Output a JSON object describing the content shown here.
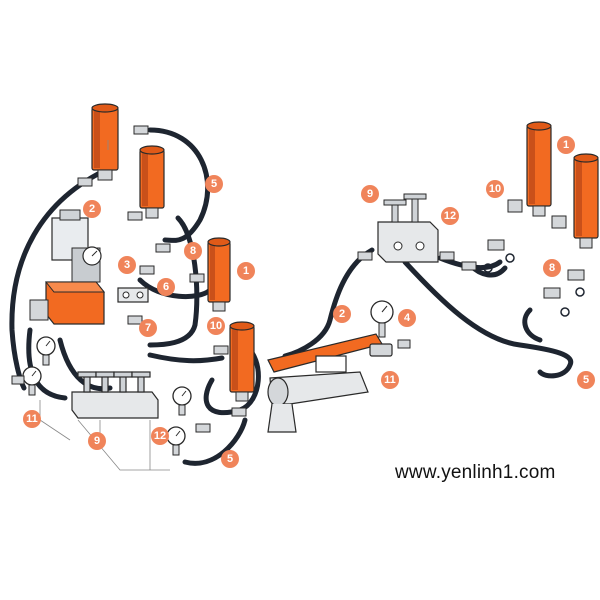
{
  "watermark": {
    "text": "www.yenlinh1.com"
  },
  "colors": {
    "cylinder": "#f26a21",
    "cylinder_dark": "#c9501a",
    "hose": "#1e2530",
    "badge": "#f0845a",
    "metal": "#d4d7da",
    "outline": "#2a2a2a"
  },
  "callouts": {
    "left": [
      "1",
      "2",
      "3",
      "5",
      "5",
      "6",
      "7",
      "8",
      "9",
      "10",
      "11",
      "12"
    ],
    "right": [
      "1",
      "2",
      "4",
      "5",
      "8",
      "9",
      "10",
      "11",
      "12"
    ]
  }
}
